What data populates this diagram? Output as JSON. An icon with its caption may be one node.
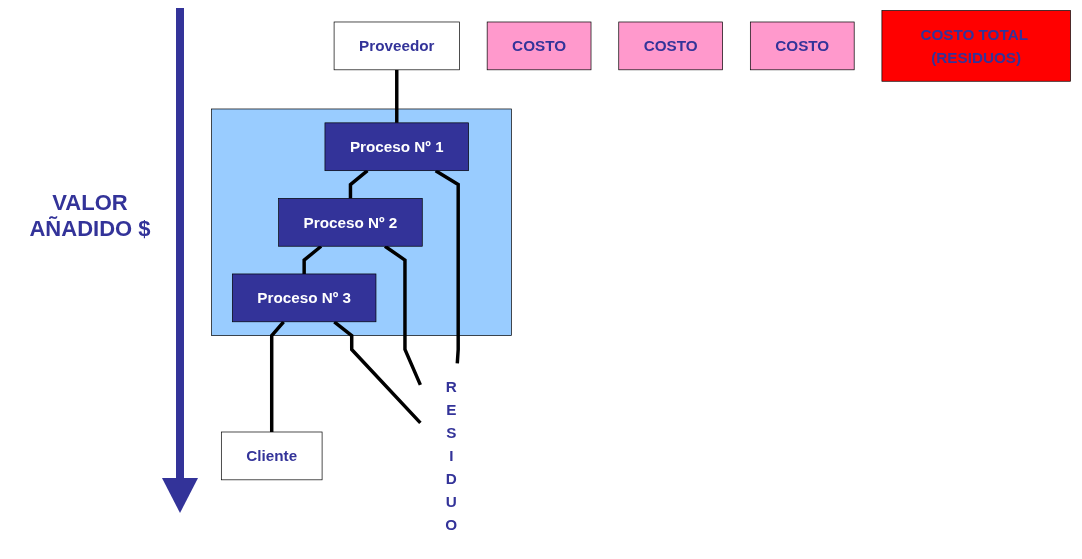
{
  "diagram": {
    "nodes": [
      {
        "text": [
          "Proveedor"
        ]
      },
      {
        "text": [],
        "shape": "box"
      },
      {
        "text": [
          "Proceso Nº 1"
        ],
        "in": 1
      },
      {
        "text": [
          "Proceso Nº 2"
        ],
        "in": 1
      },
      {
        "text": [
          "Proceso Nº 3"
        ],
        "in": 1
      },
      {
        "text": [
          "Cliente"
        ]
      },
      {
        "text": [
          "R E S I D U O"
        ]
      },
      {
        "text": [
          "COSTO"
        ]
      },
      {
        "text": [
          "COSTO"
        ]
      },
      {
        "text": [
          "COSTO"
        ]
      },
      {
        "text": [
          "COSTO TOTAL (RESIDUOS)"
        ]
      }
    ],
    "edges": [
      {
        "from": 0,
        "to": 2,
        "arrow": "none"
      },
      {
        "from": 2,
        "to": 3,
        "arrow": "none"
      },
      {
        "from": 3,
        "to": 4,
        "arrow": "none"
      },
      {
        "from": 4,
        "to": 5,
        "arrow": "none"
      },
      {
        "from": 2,
        "to": 6,
        "arrow": "none"
      },
      {
        "from": 3,
        "to": 6,
        "arrow": "none"
      },
      {
        "from": 4,
        "to": 6,
        "arrow": "none"
      }
    ],
    "labels": [
      "VALOR AÑADIDO $"
    ]
  }
}
